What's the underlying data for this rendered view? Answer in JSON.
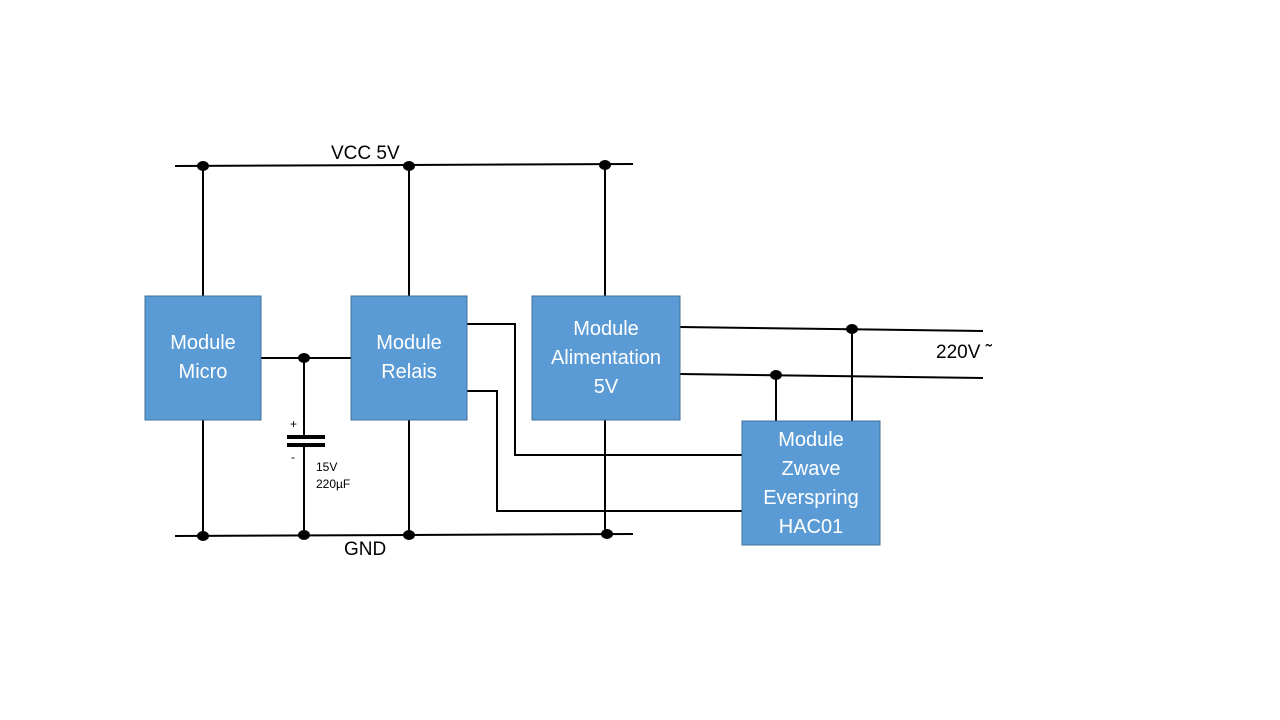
{
  "rails": {
    "vcc_label": "VCC 5V",
    "gnd_label": "GND",
    "mains_label": "220V ˜"
  },
  "modules": {
    "micro": {
      "lines": [
        "Module",
        "Micro"
      ]
    },
    "relais": {
      "lines": [
        "Module",
        "Relais"
      ]
    },
    "alimentation": {
      "lines": [
        "Module",
        "Alimentation",
        "5V"
      ]
    },
    "zwave": {
      "lines": [
        "Module",
        "Zwave",
        "Everspring",
        "HAC01"
      ]
    }
  },
  "capacitor": {
    "plus": "+",
    "minus": "-",
    "voltage": "15V",
    "capacitance": "220µF"
  },
  "colors": {
    "module_fill": "#5b9bd5",
    "module_border": "#41719c",
    "module_text": "#ffffff",
    "wire": "#000000"
  }
}
